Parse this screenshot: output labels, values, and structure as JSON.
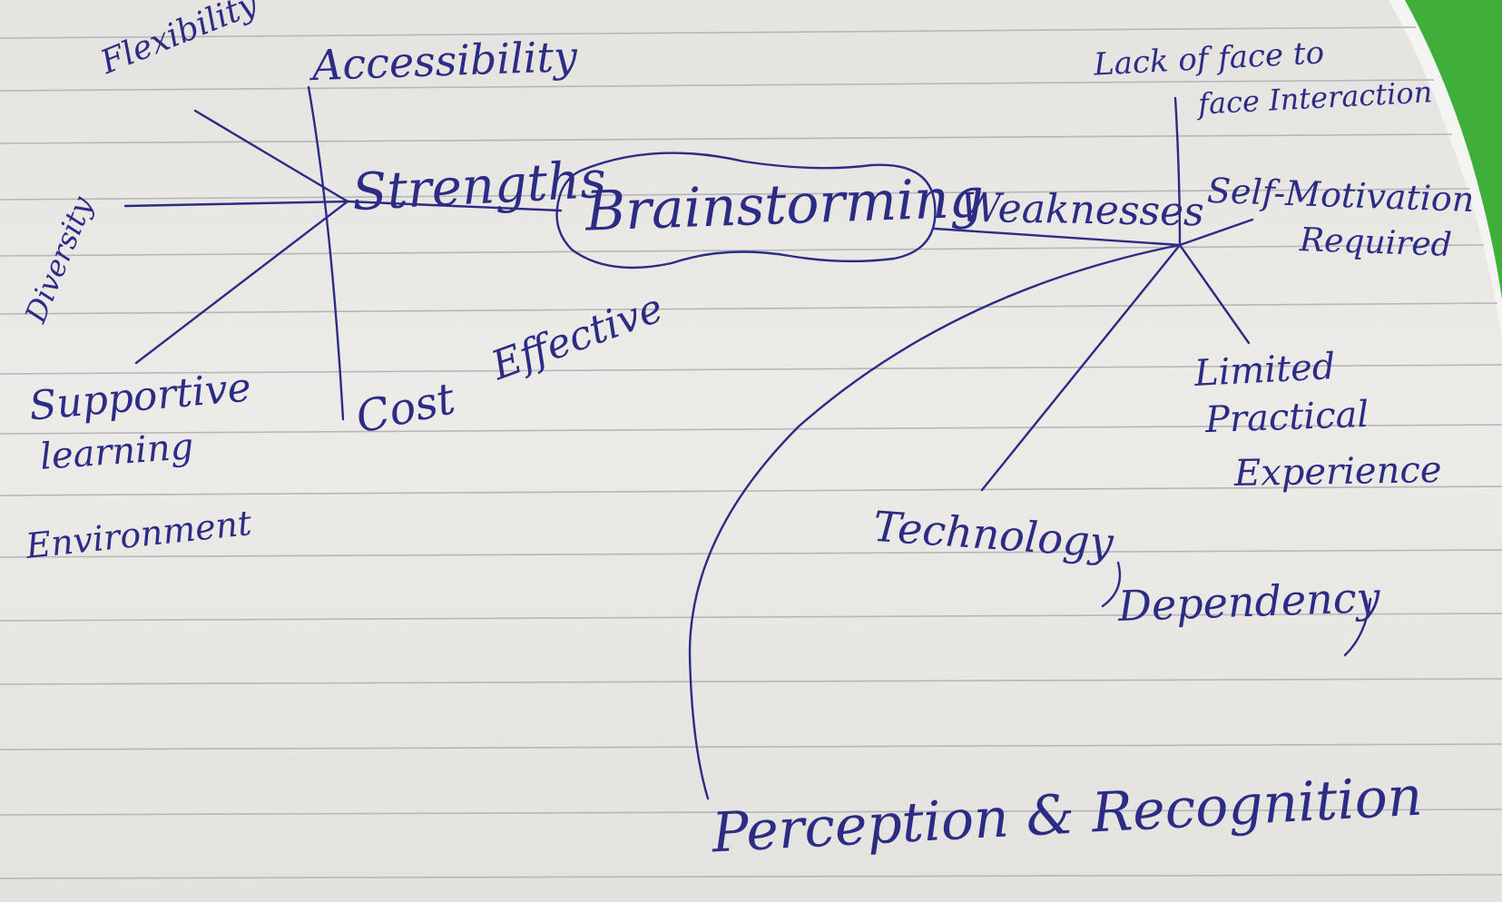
{
  "diagram": {
    "center": "Brainstorming",
    "left_branch": "Strengths",
    "right_branch": "Weaknesses",
    "strengths": {
      "flexibility": "Flexibility",
      "accessibility": "Accessibility",
      "diversity": "Diversity",
      "supportive_line1": "Supportive",
      "supportive_line2": "learning",
      "supportive_line3": "Environment",
      "cost_effective_1": "Cost",
      "cost_effective_2": "Effective"
    },
    "weaknesses": {
      "lack_line1": "Lack of face to",
      "lack_line2": "face Interaction",
      "self_line1": "Self-Motivation",
      "self_line2": "Required",
      "limited_line1": "Limited",
      "limited_line2": "Practical",
      "limited_line3": "Experience",
      "tech_line1": "Technology",
      "tech_line2": "Dependency",
      "perception": "Perception & Recognition"
    }
  },
  "colors": {
    "ink": "#2c2b86",
    "paper": "#e8e7e4",
    "rule": "#b7b6b9",
    "corner": "#3fae3a"
  }
}
